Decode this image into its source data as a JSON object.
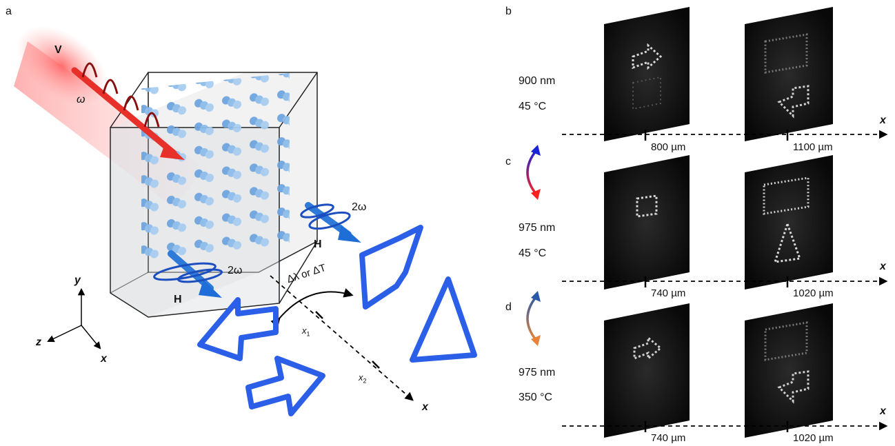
{
  "panels": {
    "a": "a",
    "b": "b",
    "c": "c",
    "d": "d"
  },
  "schematic": {
    "input_polarization": "V",
    "input_frequency": "ω",
    "output_polarization_1": "H",
    "output_frequency_1": "2ω",
    "output_polarization_2": "H",
    "output_frequency_2": "2ω",
    "tuning_label": "Δλ or ΔT",
    "axis_y": "y",
    "axis_z": "z",
    "axis_x": "x",
    "propagation_axis": "x",
    "position_1": "x",
    "position_1_sub": "1",
    "position_2": "x",
    "position_2_sub": "2"
  },
  "rows": [
    {
      "wavelength": "900 nm",
      "temperature": "45 °C",
      "pos_left": "800 µm",
      "pos_right": "1100 µm",
      "axis": "x"
    },
    {
      "wavelength": "975 nm",
      "temperature": "45 °C",
      "pos_left": "740 µm",
      "pos_right": "1020 µm",
      "axis": "x"
    },
    {
      "wavelength": "975 nm",
      "temperature": "350 °C",
      "pos_left": "740 µm",
      "pos_right": "1020 µm",
      "axis": "x"
    }
  ],
  "colors": {
    "beam_red": "#e8302a",
    "rod_blue": "#7fb4e6",
    "shape_blue": "#2b5fe8",
    "arrow_c_top": "#1a24d8",
    "arrow_c_bottom": "#ff2020",
    "arrow_d_top": "#2a5aa8",
    "arrow_d_bottom": "#e8843a"
  }
}
